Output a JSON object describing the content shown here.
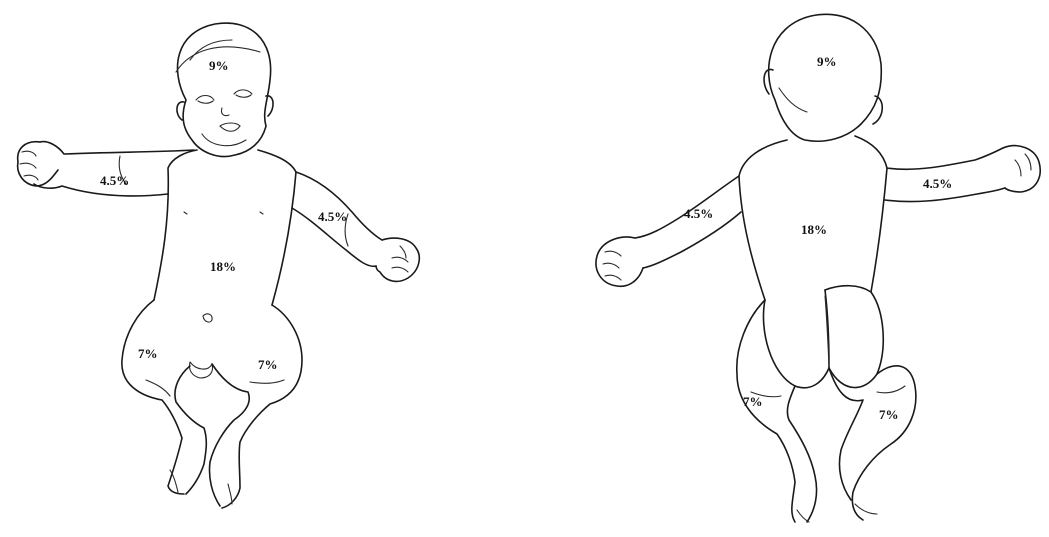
{
  "figures": [
    {
      "view": "front",
      "regions": {
        "head": "9%",
        "right_arm": "4.5%",
        "left_arm": "4.5%",
        "trunk": "18%",
        "right_leg": "7%",
        "left_leg": "7%"
      }
    },
    {
      "view": "back",
      "regions": {
        "head": "9%",
        "left_arm": "4.5%",
        "right_arm": "4.5%",
        "trunk": "18%",
        "left_leg": "7%",
        "right_leg": "7%"
      }
    }
  ]
}
